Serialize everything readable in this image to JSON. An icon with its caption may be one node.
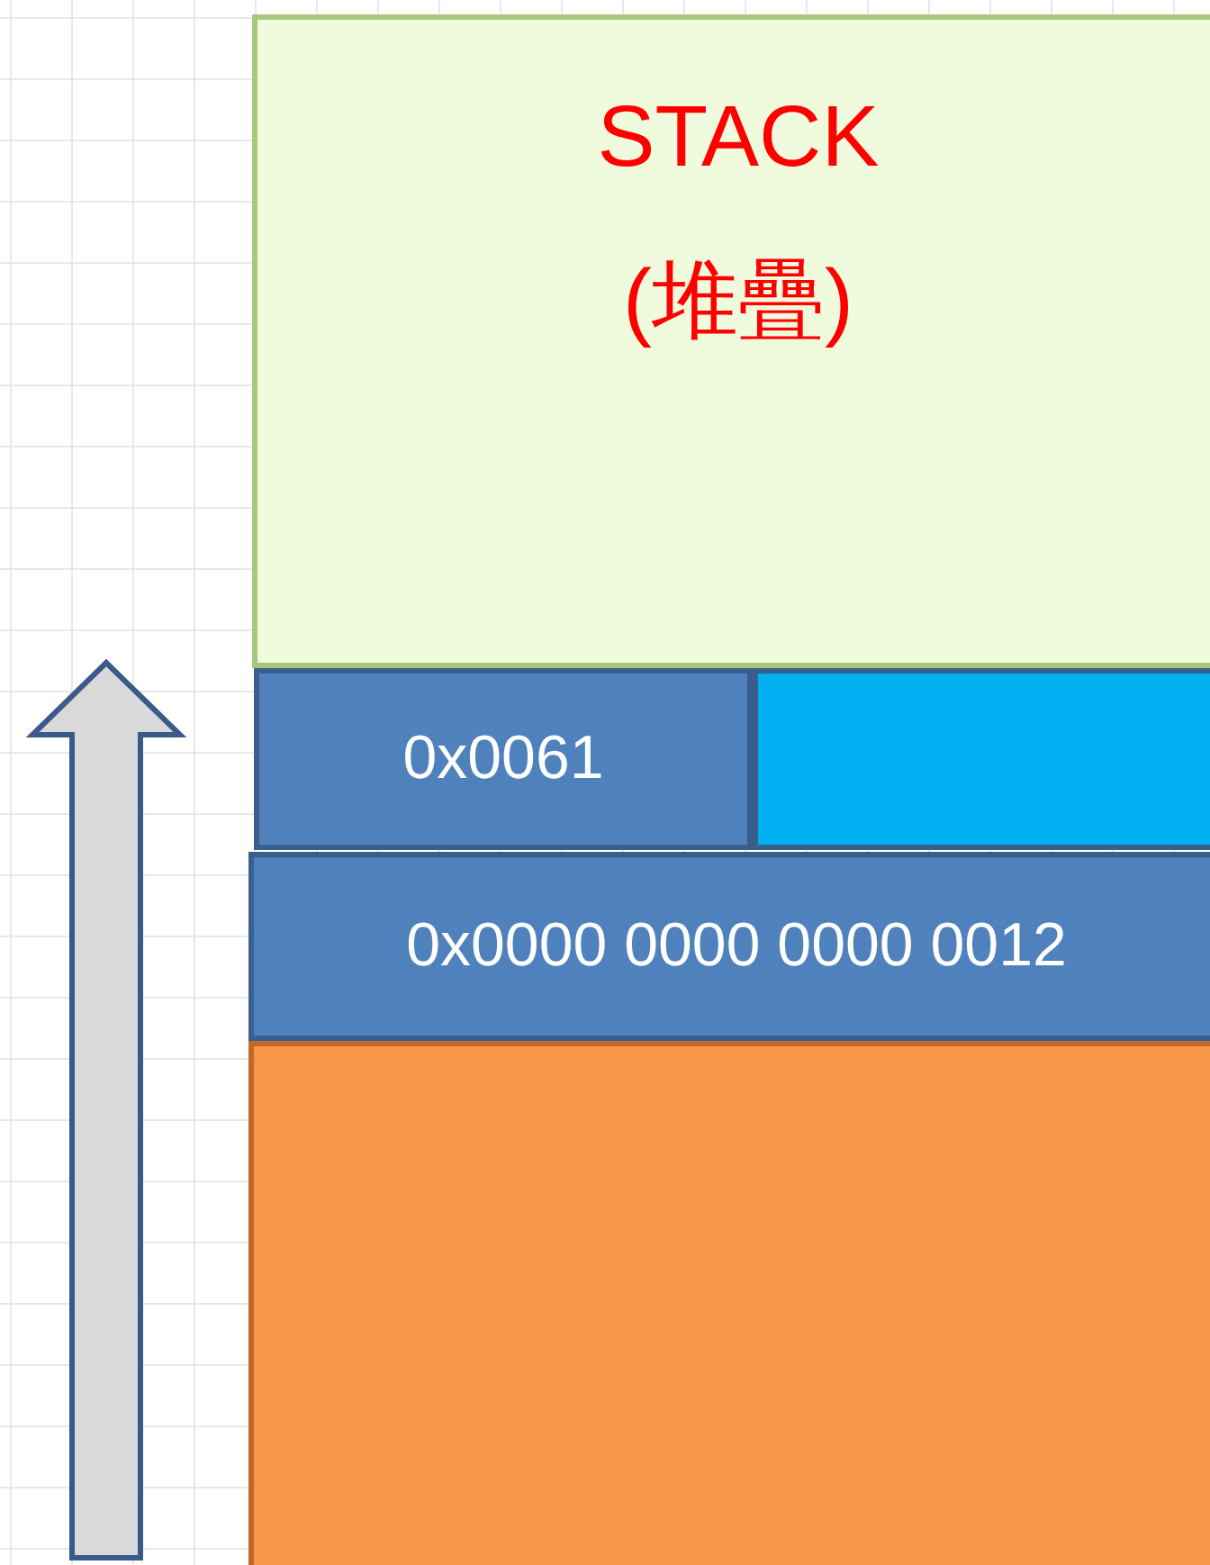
{
  "diagram": {
    "nodes": [
      {
        "text": [
          "STACK (堆疊)"
        ]
      },
      {
        "text": [
          "0x0061"
        ]
      },
      {
        "text": [],
        "shape": "box"
      },
      {
        "text": [
          "0x0000 0000 0000 0012"
        ]
      },
      {
        "text": [],
        "shape": "box"
      }
    ]
  }
}
